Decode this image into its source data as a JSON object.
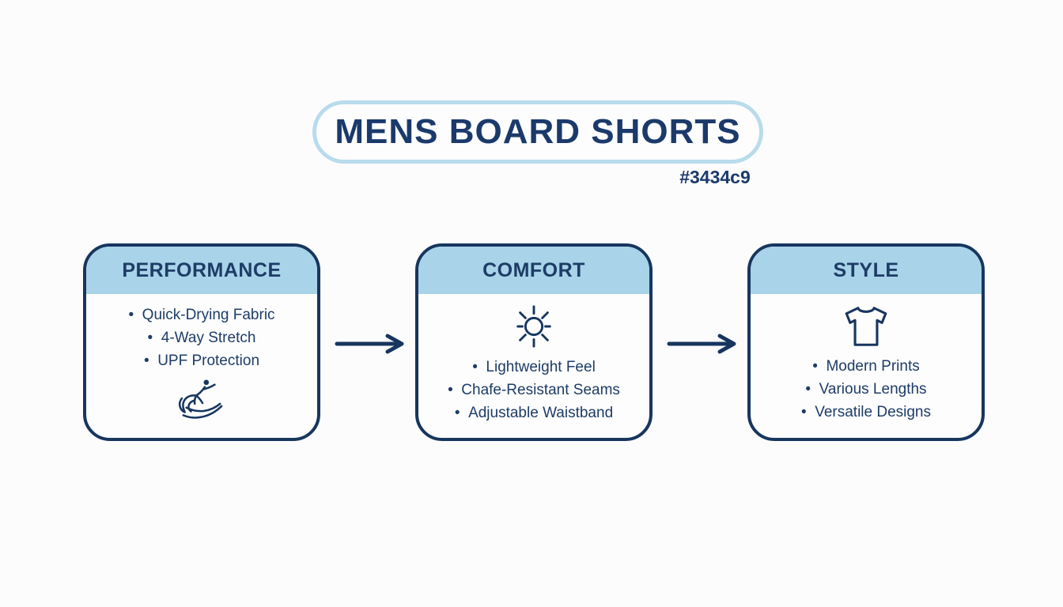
{
  "title": "MENS BOARD SHORTS",
  "hex_label": "#3434c9",
  "colors": {
    "navy_line": "#17365e",
    "text_navy": "#1d3c66",
    "title_navy": "#1b3a6b",
    "card_header_bg": "#a8d3e9",
    "pill_border": "#b9dcec",
    "background": "#fcfcfd"
  },
  "cards": [
    {
      "title": "PERFORMANCE",
      "icon": "surfer-icon",
      "items": [
        "Quick-Drying Fabric",
        "4-Way Stretch",
        "UPF Protection"
      ]
    },
    {
      "title": "COMFORT",
      "icon": "sun-icon",
      "items": [
        "Lightweight Feel",
        "Chafe-Resistant Seams",
        "Adjustable Waistband"
      ]
    },
    {
      "title": "STYLE",
      "icon": "tshirt-icon",
      "items": [
        "Modern Prints",
        "Various Lengths",
        "Versatile Designs"
      ]
    }
  ]
}
